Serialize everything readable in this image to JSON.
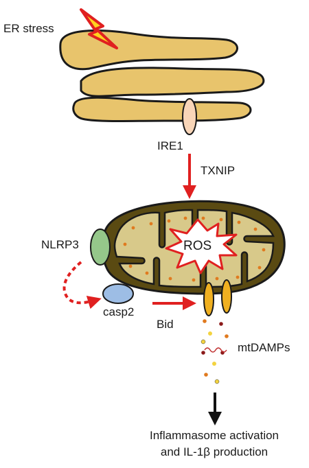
{
  "labels": {
    "er_stress": "ER stress",
    "ire1": "IRE1",
    "txnip": "TXNIP",
    "ros": "ROS",
    "nlrp3": "NLRP3",
    "casp2": "casp2",
    "bid": "Bid",
    "mtdamps": "mtDAMPs",
    "outcome_line1": "Inflammasome activation",
    "outcome_line2": "and IL-1β production"
  },
  "colors": {
    "er_fill": "#e8c46c",
    "outline": "#1a1a1a",
    "mito_outer": "#5a4a12",
    "mito_inner": "#d8c98a",
    "ire1_fill": "#f8d5b8",
    "nlrp3_fill": "#95c78a",
    "casp2_fill": "#9dbde5",
    "bid_pore": "#f0b020",
    "red_arrow": "#e02020",
    "black_arrow": "#111111",
    "lightning_fill": "#ffd21f",
    "lightning_edge": "#e02020"
  },
  "icons": {
    "stressor": "lightning-bolt-icon"
  }
}
